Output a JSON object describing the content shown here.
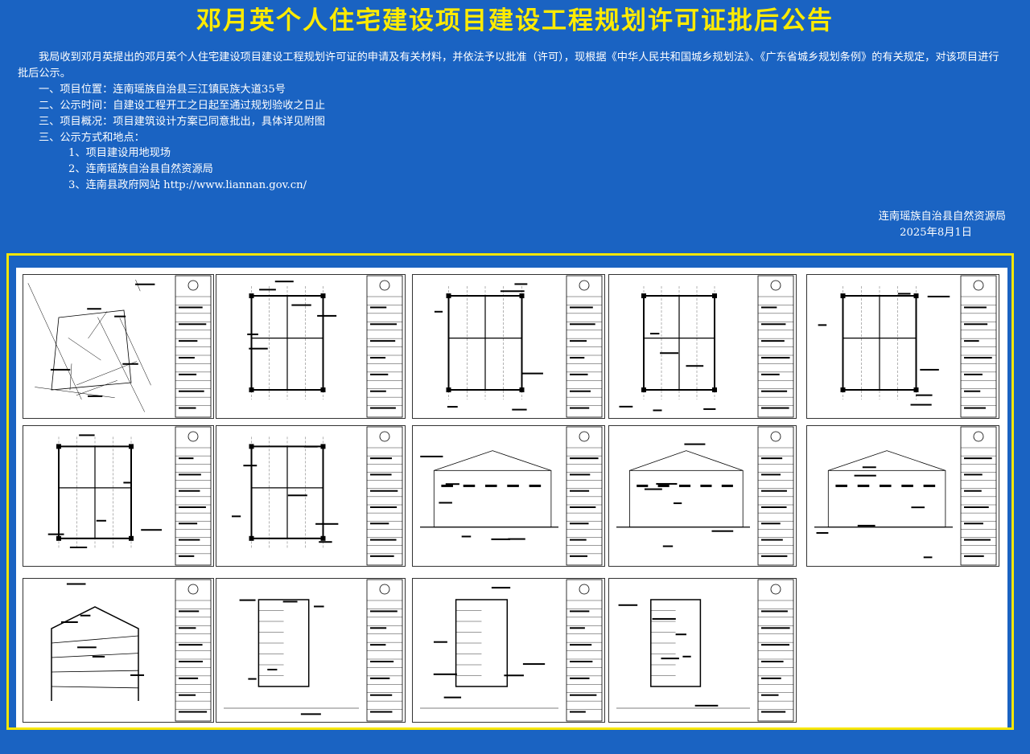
{
  "title": "邓月英个人住宅建设项目建设工程规划许可证批后公告",
  "notice": {
    "intro": "我局收到邓月英提出的邓月英个人住宅建设项目建设工程规划许可证的申请及有关材料，并依法予以批准（许可），现根据《中华人民共和国城乡规划法》、《广东省城乡规划条例》的有关规定，对该项目进行批后公示。",
    "items": [
      "一、项目位置：连南瑶族自治县三江镇民族大道35号",
      "二、公示时间：自建设工程开工之日起至通过规划验收之日止",
      "三、项目概况：项目建筑设计方案已同意批出，具体详见附图",
      "三、公示方式和地点："
    ],
    "sub_items": [
      "1、项目建设用地现场",
      "2、连南瑶族自治县自然资源局",
      "3、连南县政府网站 http://www.liannan.gov.cn/"
    ]
  },
  "signature": {
    "org": "连南瑶族自治县自然资源局",
    "date": "2025年8月1日"
  },
  "colors": {
    "background": "#1a63c2",
    "title": "#ffeb00",
    "frame": "#f7e600",
    "text": "#ffffff"
  },
  "drawings": [
    {
      "name": "site-plan-drawing",
      "kind": "site"
    },
    {
      "name": "foundation-plan-drawing",
      "kind": "plan"
    },
    {
      "name": "first-floor-plan-drawing",
      "kind": "plan"
    },
    {
      "name": "second-floor-plan-drawing",
      "kind": "plan"
    },
    {
      "name": "third-floor-plan-drawing",
      "kind": "plan"
    },
    {
      "name": "fourth-floor-plan-drawing",
      "kind": "plan"
    },
    {
      "name": "roof-plan-drawing",
      "kind": "plan"
    },
    {
      "name": "front-elevation-drawing",
      "kind": "elevation"
    },
    {
      "name": "side-elevation-drawing",
      "kind": "elevation2"
    },
    {
      "name": "rear-elevation-drawing",
      "kind": "elevation2"
    },
    {
      "name": "section-drawing",
      "kind": "section"
    },
    {
      "name": "stair-detail-drawing",
      "kind": "detail"
    },
    {
      "name": "stair-section-drawing",
      "kind": "detail"
    },
    {
      "name": "node-detail-drawing",
      "kind": "detail"
    }
  ]
}
